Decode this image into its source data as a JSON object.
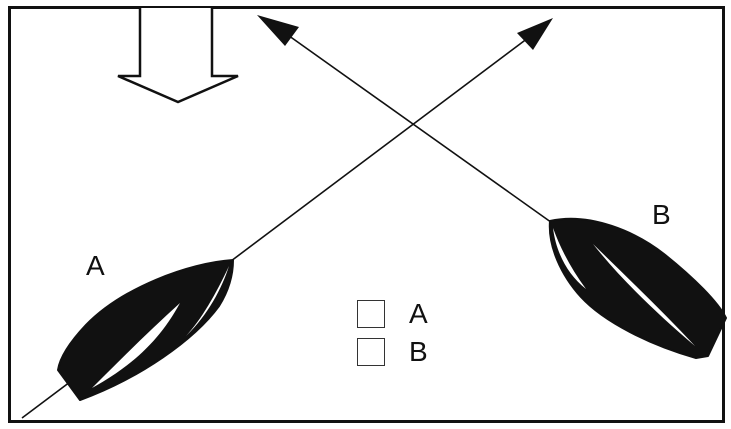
{
  "boats": {
    "a_label": "A",
    "b_label": "B"
  },
  "answer_options": [
    {
      "label": "A",
      "checked": false
    },
    {
      "label": "B",
      "checked": false
    }
  ],
  "colors": {
    "ink": "#111111",
    "paper": "#ffffff"
  },
  "icons": {
    "wind": "wind-direction-arrow-icon"
  }
}
